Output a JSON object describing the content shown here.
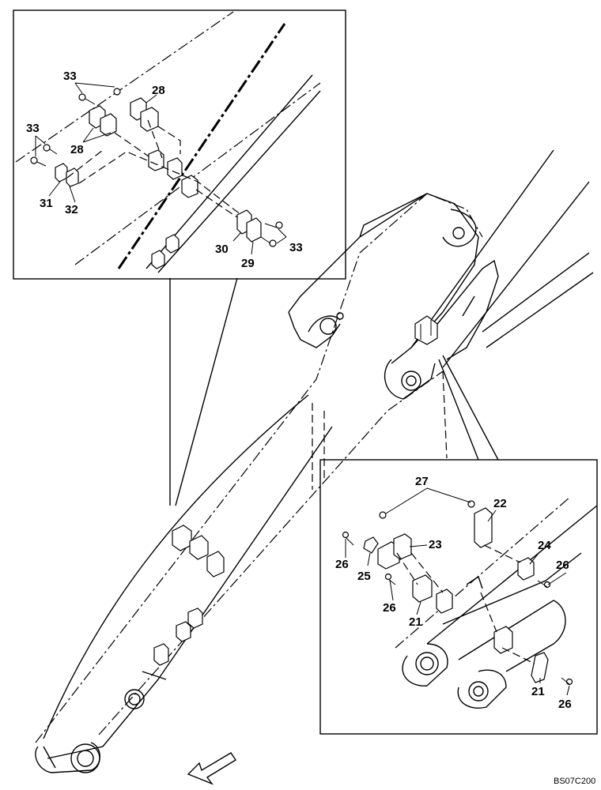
{
  "drawing_code": "BS07C200",
  "callouts": {
    "top_inset": [
      "33",
      "28",
      "28",
      "33",
      "31",
      "32",
      "30",
      "29",
      "33"
    ],
    "bottom_inset": [
      "27",
      "22",
      "23",
      "24",
      "26",
      "25",
      "26",
      "26",
      "21",
      "21",
      "26"
    ]
  },
  "direction_arrow_icon": "arrow-down-left-icon"
}
